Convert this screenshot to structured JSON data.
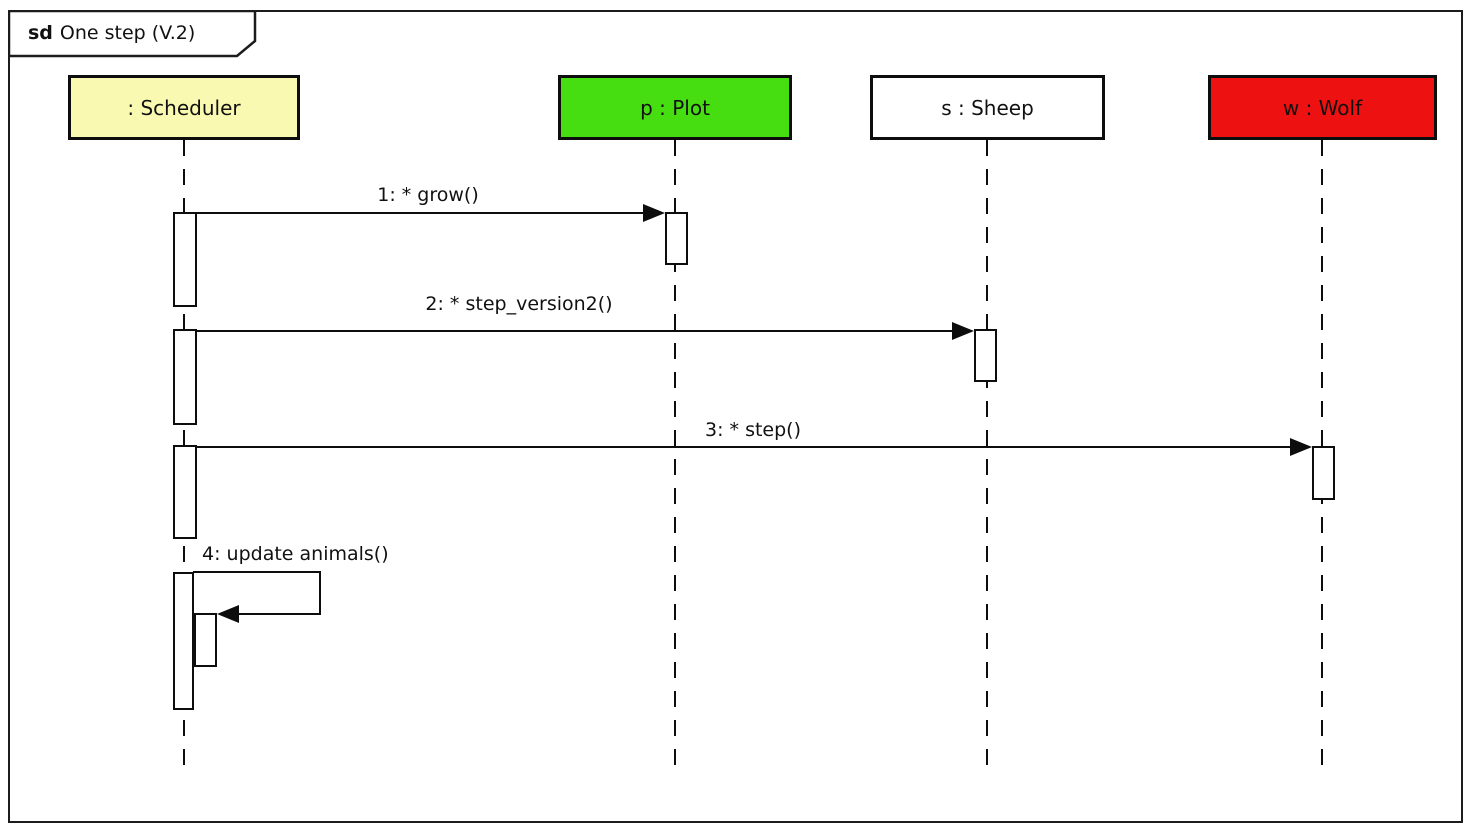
{
  "diagram": {
    "type": "uml-sequence-diagram",
    "frame_keyword": "sd",
    "frame_title": "One step (V.2)"
  },
  "lifelines": [
    {
      "id": "scheduler",
      "label": ": Scheduler",
      "fill": "#f9f9b1",
      "text_color": "#111111"
    },
    {
      "id": "plot",
      "label": "p : Plot",
      "fill": "#46dd11",
      "text_color": "#111111"
    },
    {
      "id": "sheep",
      "label": "s : Sheep",
      "fill": "#ffffff",
      "text_color": "#111111"
    },
    {
      "id": "wolf",
      "label": "w : Wolf",
      "fill": "#ee1111",
      "text_color": "#111111"
    }
  ],
  "messages": [
    {
      "seq": "1",
      "label": "1: * grow()",
      "from": "scheduler",
      "to": "plot",
      "kind": "sync-call"
    },
    {
      "seq": "2",
      "label": "2: * step_version2()",
      "from": "scheduler",
      "to": "sheep",
      "kind": "sync-call"
    },
    {
      "seq": "3",
      "label": "3: * step()",
      "from": "scheduler",
      "to": "wolf",
      "kind": "sync-call"
    },
    {
      "seq": "4",
      "label": "4: update animals()",
      "from": "scheduler",
      "to": "scheduler",
      "kind": "self-call"
    }
  ],
  "colors": {
    "line": "#0d0d0d",
    "frame_background": "#ffffff",
    "scheduler_fill": "#f9f9b1",
    "plot_fill": "#46dd11",
    "sheep_fill": "#ffffff",
    "wolf_fill": "#ee1111"
  }
}
